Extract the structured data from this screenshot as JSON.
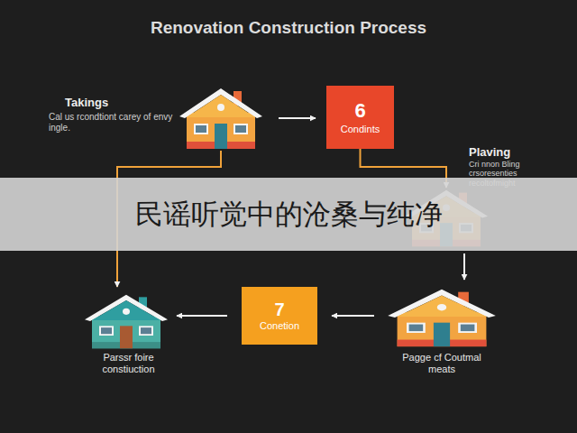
{
  "diagram": {
    "title": "Renovation Construction Process",
    "nodes": [
      {
        "text": [
          "Takings",
          "Cal us rcondtiont carey of envy ingle."
        ]
      },
      {
        "text": [
          "6",
          "Condints"
        ]
      },
      {
        "text": [
          "Plaving",
          "Cri nnon Bling crsoresenties recoltofmight"
        ]
      },
      {
        "text": [
          "Pagge cf Coutmal meats"
        ]
      },
      {
        "text": [
          "7",
          "Conetion"
        ]
      },
      {
        "text": [
          "Parssr foire constiuction"
        ]
      }
    ],
    "edges": [
      {
        "from": 0,
        "to": 1,
        "arrow": "to"
      },
      {
        "from": 0,
        "to": 5,
        "arrow": "to"
      },
      {
        "from": 1,
        "to": 2,
        "arrow": "to"
      },
      {
        "from": 2,
        "to": 3,
        "arrow": "to"
      },
      {
        "from": 3,
        "to": 4,
        "arrow": "to"
      },
      {
        "from": 4,
        "to": 5,
        "arrow": "to"
      }
    ],
    "labels": [
      "民谣听觉中的沧桑与纯净"
    ]
  }
}
